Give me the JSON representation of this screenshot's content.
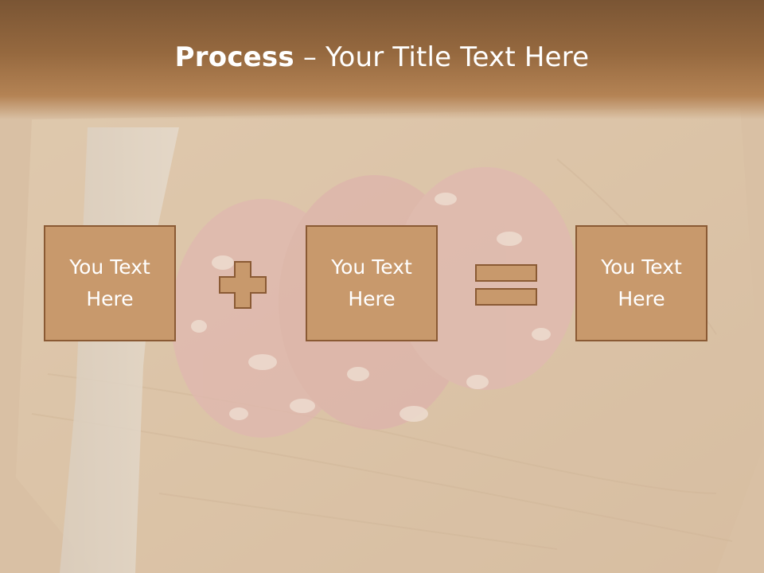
{
  "slide": {
    "title_bold": "Process",
    "title_dash": " – ",
    "title_rest": "Your Title Text Here",
    "box1_text": "You Text\nHere",
    "box2_text": "You Text\nHere",
    "box3_text": "You Text\nHere"
  },
  "icons": {
    "plus": "plus-icon",
    "equals": "equals-icon"
  },
  "colors": {
    "title_band": "#96693f",
    "box_fill": "#c8996c",
    "box_border": "#8a5a34",
    "operator_fill": "#c8996c",
    "text": "#ffffff"
  }
}
